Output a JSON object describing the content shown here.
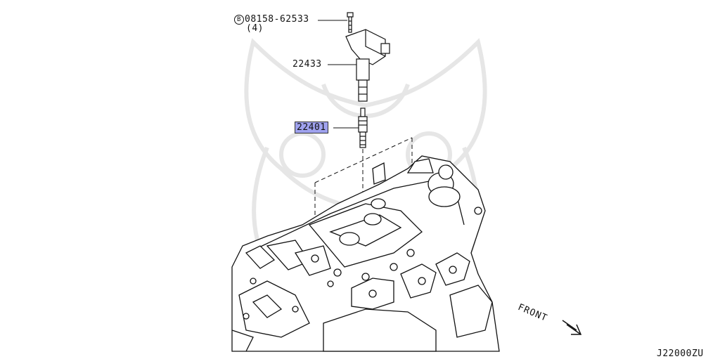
{
  "callouts": {
    "bolt": {
      "symbol": "B",
      "part_number": "08158-62533",
      "qty": "(4)"
    },
    "ignition_coil": {
      "part_number": "22433"
    },
    "spark_plug": {
      "part_number": "22401",
      "highlight": "#9fa2ee"
    }
  },
  "direction_label": "FRONT",
  "figure_code": "J22000ZU",
  "colors": {
    "line": "#111111",
    "watermark": "#e6e6e6",
    "highlight": "#9fa2ee"
  }
}
